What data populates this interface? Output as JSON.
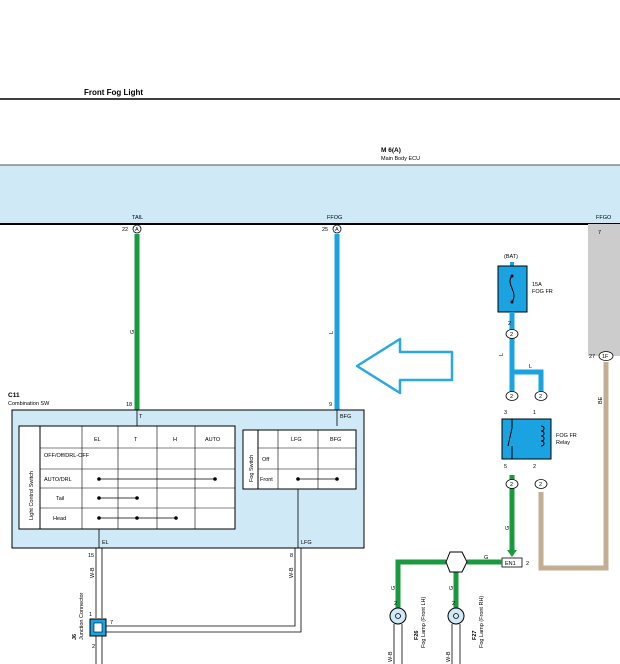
{
  "title": "Front Fog Light",
  "ecu": {
    "code": "M 6(A)",
    "name": "Main Body ECU"
  },
  "ecu_pins": [
    {
      "name": "TAIL",
      "num": "22",
      "conn": "A"
    },
    {
      "name": "FFOG",
      "num": "25",
      "conn": "A"
    },
    {
      "name": "FFGO",
      "num": "7",
      "pin2": "27",
      "conn": "1F"
    }
  ],
  "wire_colors": {
    "tail": "G",
    "ffog": "L",
    "ffgo": "BE",
    "relay_in": "L",
    "relay_out": "G",
    "lamp": "G",
    "sw": "W-B"
  },
  "fuse": {
    "bat": "(BAT)",
    "rating": "15A",
    "name": "FOG FR",
    "pin": "2"
  },
  "relay": {
    "name": "FOG FR",
    "name2": "Relay",
    "pins": [
      "3",
      "1",
      "5",
      "2",
      "2",
      "2",
      "2",
      "2"
    ]
  },
  "switch": {
    "code": "C11",
    "name": "Combination SW",
    "top_pins": [
      {
        "num": "18",
        "name": "T"
      },
      {
        "num": "9",
        "name": "BFG"
      }
    ],
    "bottom_pins": [
      {
        "num": "EL",
        "pin": "15"
      },
      {
        "num": "LFG",
        "pin": "8"
      }
    ],
    "light_label": "Light Control Switch",
    "light_cols": [
      "EL",
      "T",
      "H",
      "AUTO"
    ],
    "light_rows": [
      "OFF/Off/DRL-OFF",
      "AUTO/DRL",
      "Tail",
      "Head"
    ],
    "fog_label": "Fog Switch",
    "fog_cols": [
      "LFG",
      "BFG"
    ],
    "fog_rows": [
      "Off",
      "Front"
    ]
  },
  "connector_en1": {
    "name": "EN1",
    "pin": "2"
  },
  "junction": {
    "code": "J6",
    "name": "Junction Connector",
    "pin_a": "1",
    "pin_b": "7",
    "pin_c": "2"
  },
  "lamps": [
    {
      "code": "F26",
      "name": "Fog Lamp (Front LH)",
      "pin": "2"
    },
    {
      "code": "F27",
      "name": "Fog Lamp (Front RH)",
      "pin": "2"
    }
  ],
  "colors": {
    "green": "#1a9a3e",
    "blue": "#1aa3e0",
    "tan": "#c2ae92",
    "grey": "#cccccc",
    "panel": "#cfe9f7",
    "arrow": "#2aa8e4"
  }
}
